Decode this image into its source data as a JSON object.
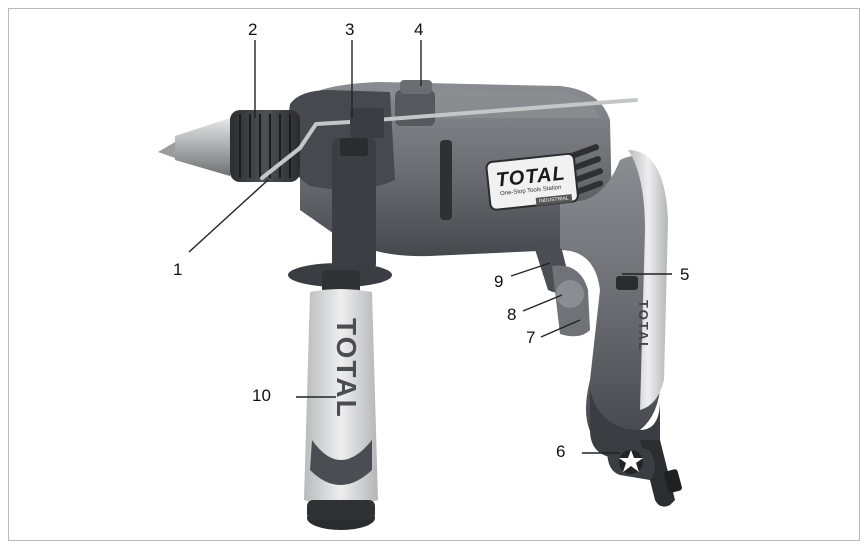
{
  "figure": {
    "callouts": [
      {
        "id": "1",
        "label": "1"
      },
      {
        "id": "2",
        "label": "2"
      },
      {
        "id": "3",
        "label": "3"
      },
      {
        "id": "4",
        "label": "4"
      },
      {
        "id": "5",
        "label": "5"
      },
      {
        "id": "6",
        "label": "6"
      },
      {
        "id": "7",
        "label": "7"
      },
      {
        "id": "8",
        "label": "8"
      },
      {
        "id": "9",
        "label": "9"
      },
      {
        "id": "10",
        "label": "10"
      }
    ],
    "brand": {
      "logo": "TOTAL",
      "tagline": "One-Stop Tools Station",
      "badge": "INDUSTRIAL",
      "handle_logo": "TOTAL",
      "grip_logo": "TOTAL"
    },
    "colors": {
      "body": "#6b6e72",
      "body_dark": "#3f4246",
      "grip": "#d9dadb",
      "chuck": "#a9abad"
    }
  }
}
